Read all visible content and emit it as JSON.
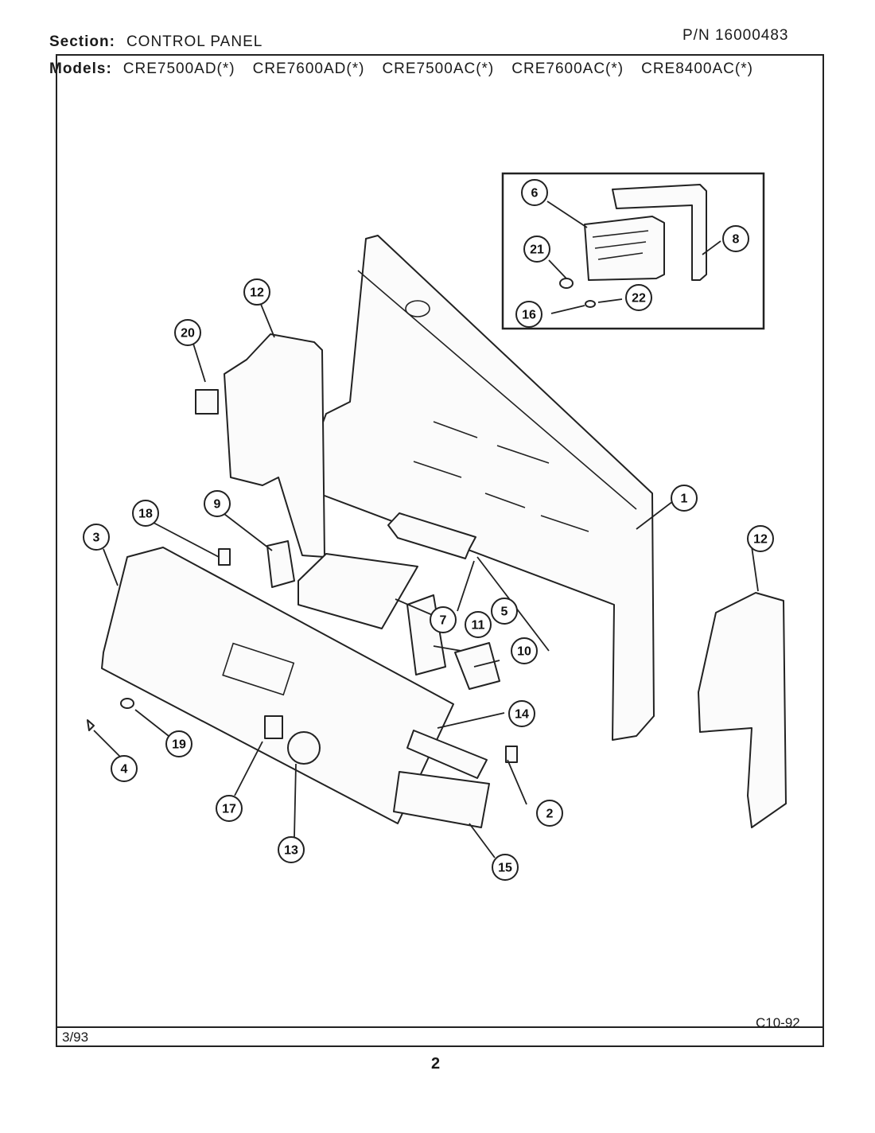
{
  "header": {
    "section_label": "Section:",
    "section_value": "CONTROL PANEL",
    "pn_label": "P/N",
    "pn_value": "16000483",
    "models_label": "Models:",
    "models": [
      "CRE7500AD(*)",
      "CRE7600AD(*)",
      "CRE7500AC(*)",
      "CRE7600AC(*)",
      "CRE8400AC(*)"
    ]
  },
  "footer": {
    "date": "3/93",
    "code": "C10-92",
    "page_number": "2"
  },
  "callouts": [
    "1",
    "2",
    "3",
    "4",
    "5",
    "6",
    "7",
    "8",
    "9",
    "10",
    "11",
    "12",
    "12",
    "13",
    "14",
    "15",
    "16",
    "17",
    "18",
    "19",
    "20",
    "21",
    "22"
  ]
}
